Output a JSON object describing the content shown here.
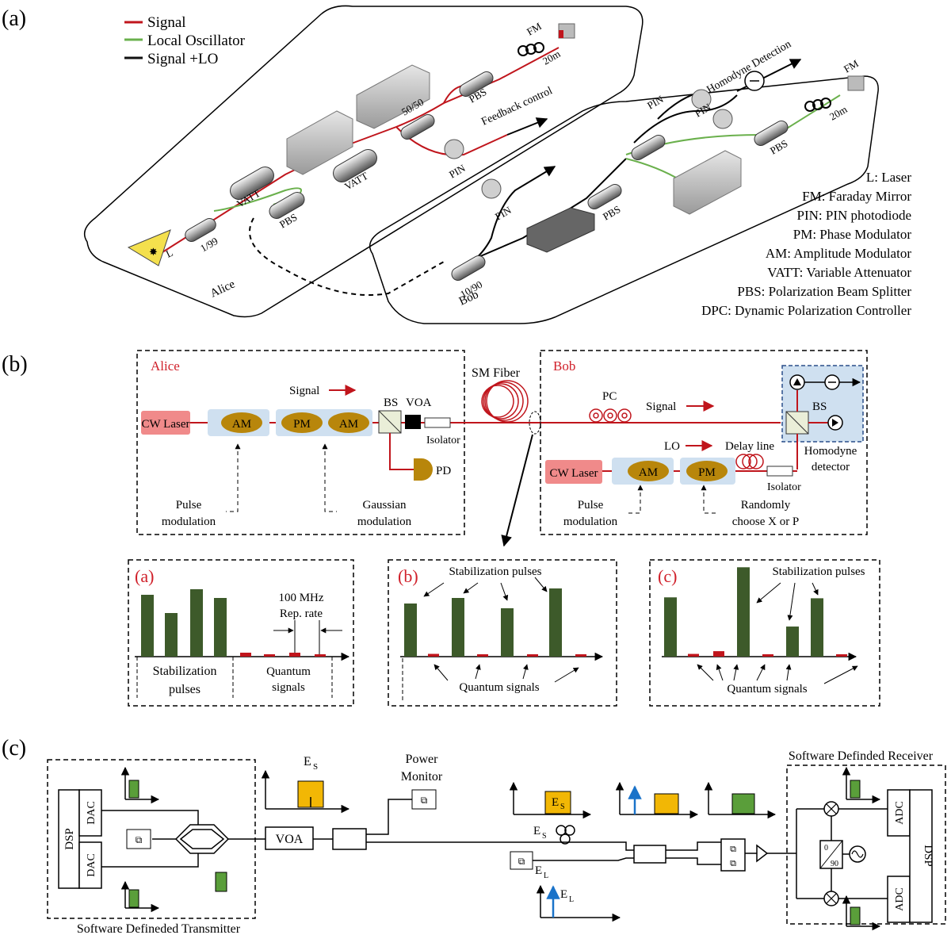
{
  "panel_a": {
    "label": "(a)",
    "legend": [
      "Signal",
      "Local Oscillator",
      "Signal +LO"
    ],
    "colors": {
      "signal": "#c0151c",
      "lo": "#6ab04c",
      "combined": "#111111"
    },
    "alice_label": "Alice",
    "bob_label": "Bob",
    "components": {
      "laser": "L",
      "split_199": "1/99",
      "vatt1": "VATT",
      "vatt2": "VATT",
      "pbs_alice": "PBS",
      "coupler": "50/50",
      "pin_alice": "PIN",
      "feedback": "Feedback control",
      "pbs_fm": "PBS",
      "fm_alice": "FM",
      "fiber_alice": "20m",
      "split_1090": "10/90",
      "pin_bob1": "PIN",
      "pbs_bob1": "PBS",
      "pin_bob2": "PIN",
      "pin_bob3": "PIN",
      "homodyne": "Homodyne Detection",
      "pbs_bob2": "PBS",
      "fm_bob": "FM",
      "fiber_bob": "20m"
    },
    "glossary": [
      "L: Laser",
      "FM: Faraday Mirror",
      "PIN: PIN photodiode",
      "PM: Phase Modulator",
      "AM: Amplitude Modulator",
      "VATT: Variable Attenuator",
      "PBS: Polarization Beam Splitter",
      "DPC: Dynamic Polarization Controller"
    ]
  },
  "panel_b": {
    "label": "(b)",
    "alice": {
      "title": "Alice",
      "laser": "CW Laser",
      "am1": "AM",
      "pm": "PM",
      "am2": "AM",
      "signal": "Signal",
      "bs": "BS",
      "voa": "VOA",
      "isolator": "Isolator",
      "pd": "PD",
      "pulse_mod_1": "Pulse",
      "pulse_mod_2": "modulation",
      "gauss_mod_1": "Gaussian",
      "gauss_mod_2": "modulation"
    },
    "fiber": "SM Fiber",
    "bob": {
      "title": "Bob",
      "pc": "PC",
      "signal": "Signal",
      "bs": "BS",
      "homodyne_1": "Homodyne",
      "homodyne_2": "detector",
      "lo": "LO",
      "delay": "Delay line",
      "laser": "CW Laser",
      "am": "AM",
      "pm": "PM",
      "isolator": "Isolator",
      "pulse_mod_1": "Pulse",
      "pulse_mod_2": "modulation",
      "random_1": "Randomly",
      "random_2": "choose X or P"
    },
    "insets": [
      {
        "label": "(a)",
        "rate_1": "100 MHz",
        "rate_2": "Rep. rate",
        "stab_1": "Stabilization",
        "stab_2": "pulses",
        "quantum_1": "Quantum",
        "quantum_2": "signals",
        "bars": [
          0.78,
          0.55,
          0.85,
          0.74
        ],
        "small": [
          0.05,
          0.025,
          0.05,
          0.03
        ]
      },
      {
        "label": "(b)",
        "stab": "Stabilization pulses",
        "quantum": "Quantum signals",
        "bars": [
          0.67,
          0.74,
          0.61,
          0.86
        ],
        "small": [
          0.035,
          0.02,
          0.02,
          0.02
        ]
      },
      {
        "label": "(c)",
        "stab": "Stabilization pulses",
        "quantum": "Quantum signals",
        "bars": [
          0.65,
          0.98,
          0.33,
          0.64
        ],
        "small": [
          0.03,
          0.06,
          0.02,
          0.02
        ]
      }
    ]
  },
  "panel_c": {
    "label": "(c)",
    "transmitter": "Software Defineded Transmitter",
    "receiver": "Software Definded Receiver",
    "dsp": "DSP",
    "dac": "DAC",
    "adc": "ADC",
    "voa": "VOA",
    "power_1": "Power",
    "power_2": "Monitor",
    "es": "E",
    "el": "E",
    "sub_s": "S",
    "sub_l": "L",
    "hybrid_top": "0",
    "hybrid_bot": "90",
    "colors": {
      "green": "#5a9e3a",
      "yellow": "#f2b705",
      "blue": "#1a73c9"
    }
  }
}
